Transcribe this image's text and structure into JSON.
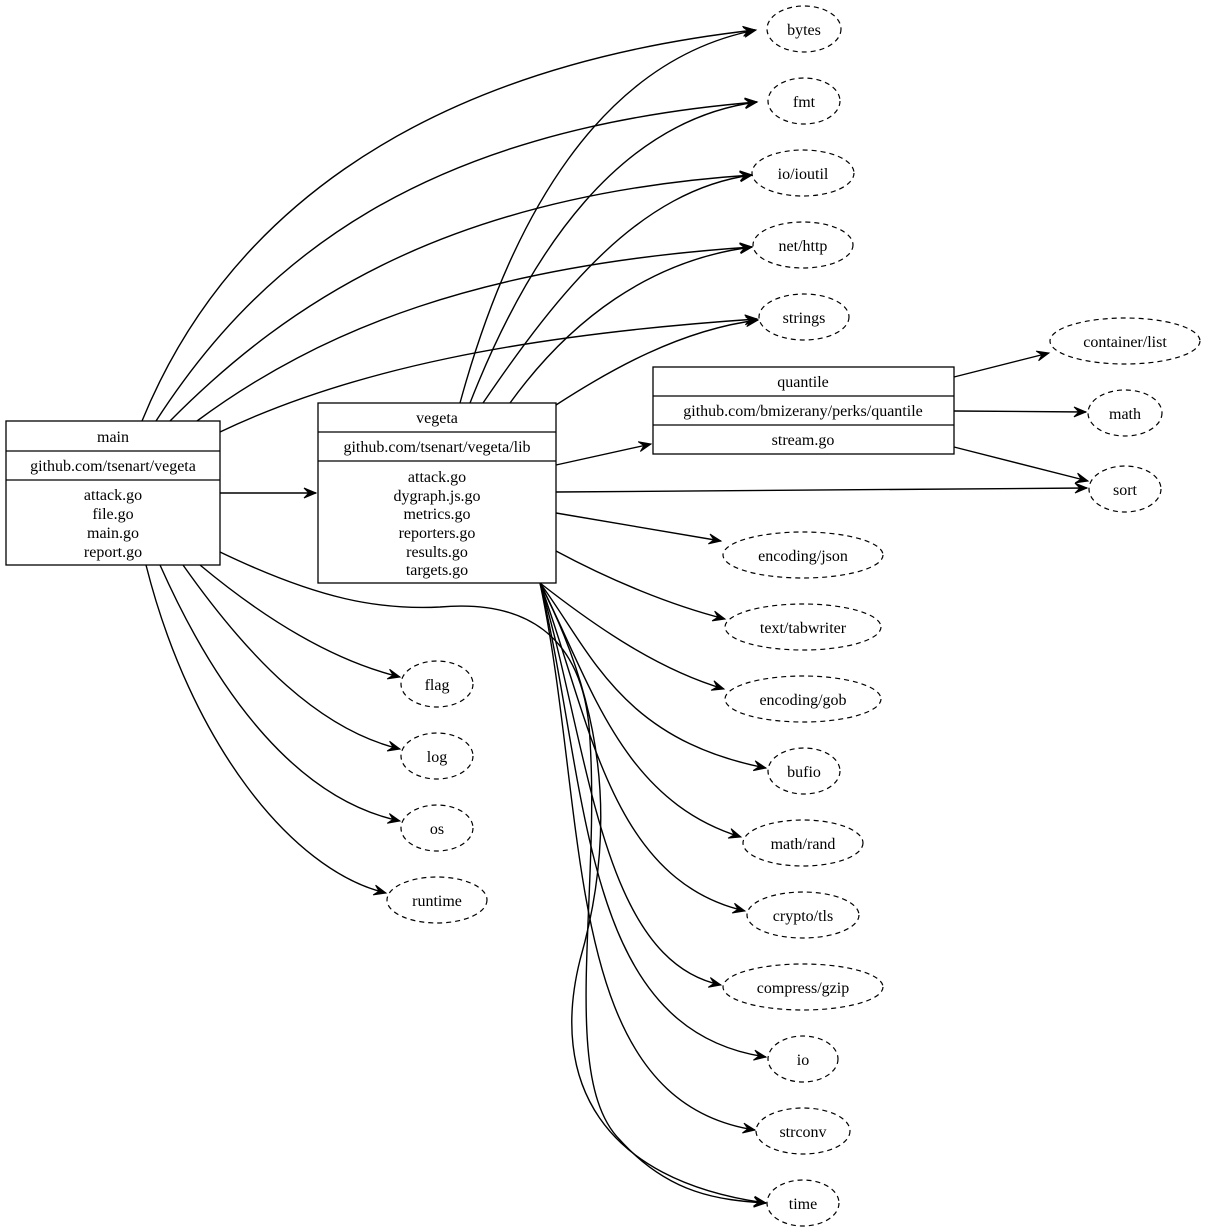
{
  "graph": {
    "record_nodes": [
      {
        "id": "main",
        "name": "main",
        "import_path": "github.com/tsenart/vegeta",
        "files": [
          "attack.go",
          "file.go",
          "main.go",
          "report.go"
        ]
      },
      {
        "id": "vegeta",
        "name": "vegeta",
        "import_path": "github.com/tsenart/vegeta/lib",
        "files": [
          "attack.go",
          "dygraph.js.go",
          "metrics.go",
          "reporters.go",
          "results.go",
          "targets.go"
        ]
      },
      {
        "id": "quantile",
        "name": "quantile",
        "import_path": "github.com/bmizerany/perks/quantile",
        "files": [
          "stream.go"
        ]
      }
    ],
    "package_nodes": [
      {
        "id": "bytes",
        "label": "bytes"
      },
      {
        "id": "fmt",
        "label": "fmt"
      },
      {
        "id": "io/ioutil",
        "label": "io/ioutil"
      },
      {
        "id": "net/http",
        "label": "net/http"
      },
      {
        "id": "strings",
        "label": "strings"
      },
      {
        "id": "container/list",
        "label": "container/list"
      },
      {
        "id": "math",
        "label": "math"
      },
      {
        "id": "sort",
        "label": "sort"
      },
      {
        "id": "encoding/json",
        "label": "encoding/json"
      },
      {
        "id": "text/tabwriter",
        "label": "text/tabwriter"
      },
      {
        "id": "encoding/gob",
        "label": "encoding/gob"
      },
      {
        "id": "bufio",
        "label": "bufio"
      },
      {
        "id": "math/rand",
        "label": "math/rand"
      },
      {
        "id": "crypto/tls",
        "label": "crypto/tls"
      },
      {
        "id": "compress/gzip",
        "label": "compress/gzip"
      },
      {
        "id": "io",
        "label": "io"
      },
      {
        "id": "strconv",
        "label": "strconv"
      },
      {
        "id": "time",
        "label": "time"
      },
      {
        "id": "flag",
        "label": "flag"
      },
      {
        "id": "log",
        "label": "log"
      },
      {
        "id": "os",
        "label": "os"
      },
      {
        "id": "runtime",
        "label": "runtime"
      }
    ],
    "edges": [
      {
        "from": "main",
        "to": "bytes"
      },
      {
        "from": "main",
        "to": "fmt"
      },
      {
        "from": "main",
        "to": "io/ioutil"
      },
      {
        "from": "main",
        "to": "net/http"
      },
      {
        "from": "main",
        "to": "strings"
      },
      {
        "from": "main",
        "to": "vegeta"
      },
      {
        "from": "main",
        "to": "flag"
      },
      {
        "from": "main",
        "to": "log"
      },
      {
        "from": "main",
        "to": "os"
      },
      {
        "from": "main",
        "to": "runtime"
      },
      {
        "from": "main",
        "to": "time"
      },
      {
        "from": "vegeta",
        "to": "bytes"
      },
      {
        "from": "vegeta",
        "to": "fmt"
      },
      {
        "from": "vegeta",
        "to": "io/ioutil"
      },
      {
        "from": "vegeta",
        "to": "net/http"
      },
      {
        "from": "vegeta",
        "to": "strings"
      },
      {
        "from": "vegeta",
        "to": "quantile"
      },
      {
        "from": "vegeta",
        "to": "sort"
      },
      {
        "from": "vegeta",
        "to": "encoding/json"
      },
      {
        "from": "vegeta",
        "to": "text/tabwriter"
      },
      {
        "from": "vegeta",
        "to": "encoding/gob"
      },
      {
        "from": "vegeta",
        "to": "bufio"
      },
      {
        "from": "vegeta",
        "to": "math/rand"
      },
      {
        "from": "vegeta",
        "to": "crypto/tls"
      },
      {
        "from": "vegeta",
        "to": "compress/gzip"
      },
      {
        "from": "vegeta",
        "to": "io"
      },
      {
        "from": "vegeta",
        "to": "strconv"
      },
      {
        "from": "vegeta",
        "to": "time"
      },
      {
        "from": "quantile",
        "to": "container/list"
      },
      {
        "from": "quantile",
        "to": "math"
      },
      {
        "from": "quantile",
        "to": "sort"
      }
    ]
  }
}
